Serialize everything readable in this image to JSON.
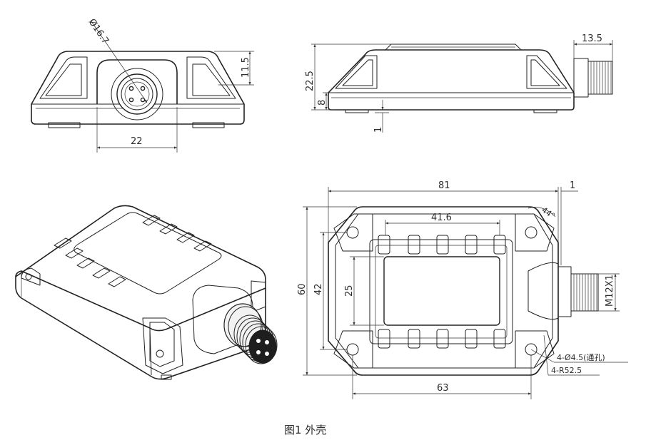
{
  "front_view": {
    "dim_diameter": "Ø16.7",
    "dim_height": "11.5",
    "dim_width": "22"
  },
  "side_view": {
    "dim_connector_length": "13.5",
    "dim_total_height": "22.5",
    "dim_base_height": "8",
    "dim_foot_gap": "1"
  },
  "top_view": {
    "dim_length": "81",
    "dim_offset": "1",
    "dim_angle": "44°",
    "dim_inner_length": "41.6",
    "dim_height_total": "60",
    "dim_height_mid": "42",
    "dim_inner_height": "25",
    "dim_thread": "M12X1",
    "dim_hole_spacing": "63",
    "note_holes": "4-Ø4.5(通孔)",
    "note_radius": "4-R52.5"
  },
  "caption": "图1  外壳"
}
